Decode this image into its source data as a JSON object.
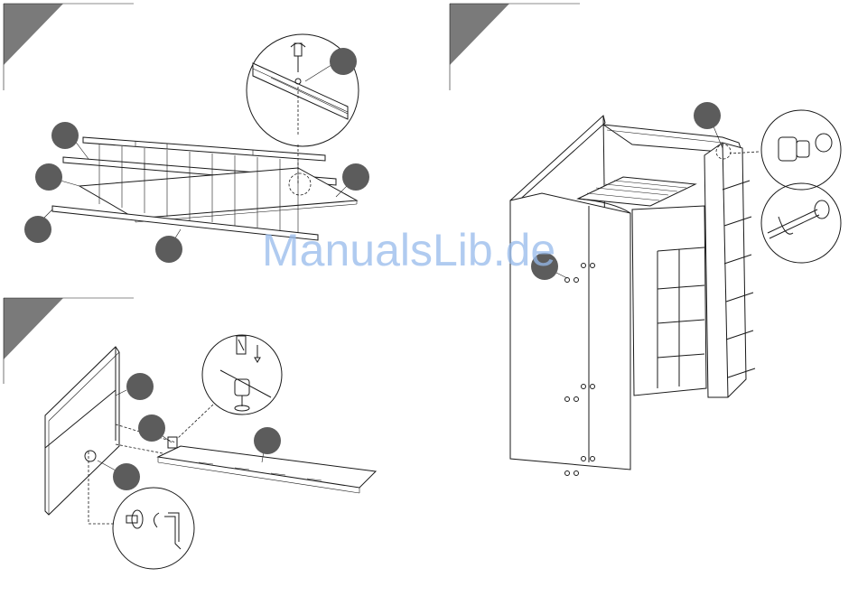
{
  "document": {
    "type": "assembly-instructions",
    "watermark": "ManualsLib.de"
  },
  "steps": [
    {
      "panel": "top-left",
      "callouts": 5,
      "detail_circles": 1
    },
    {
      "panel": "bottom-left",
      "callouts": 4,
      "detail_circles": 2
    },
    {
      "panel": "right",
      "callouts": 2,
      "detail_circles": 2
    }
  ],
  "colors": {
    "line": "#1a1a1a",
    "callout": "#5c5c5c",
    "corner_tab": "#7a7a7a",
    "watermark": "#96b9eb"
  }
}
